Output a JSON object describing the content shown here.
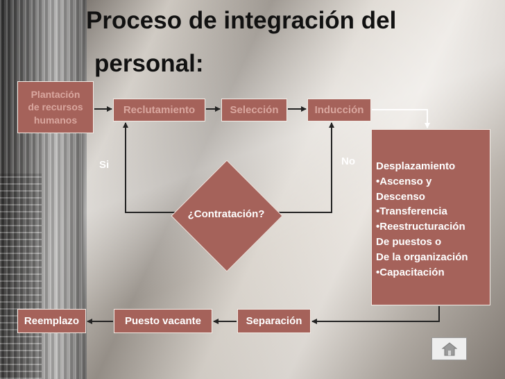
{
  "title": {
    "line1": "Proceso de integración del",
    "line2": "personal:"
  },
  "nodes": {
    "plantacion": [
      "Plantación",
      "de recursos",
      "humanos"
    ],
    "reclutamiento": "Reclutamiento",
    "seleccion": "Selección",
    "induccion": "Inducción",
    "desplazamiento": [
      "Desplazamiento",
      "•Ascenso y",
      "Descenso",
      "•Transferencia",
      "•Reestructuración",
      "De puestos o",
      "De la organización",
      "•Capacitación"
    ],
    "separacion": "Separación",
    "puesto_vacante": "Puesto vacante",
    "reemplazo": "Reemplazo",
    "decision": "¿Contratación?"
  },
  "labels": {
    "si": "Si",
    "no": "No"
  },
  "icons": {
    "home": "home-icon"
  },
  "colors": {
    "box_fill": "#a5625a",
    "box_border": "#f2ece6",
    "line": "#222222"
  }
}
